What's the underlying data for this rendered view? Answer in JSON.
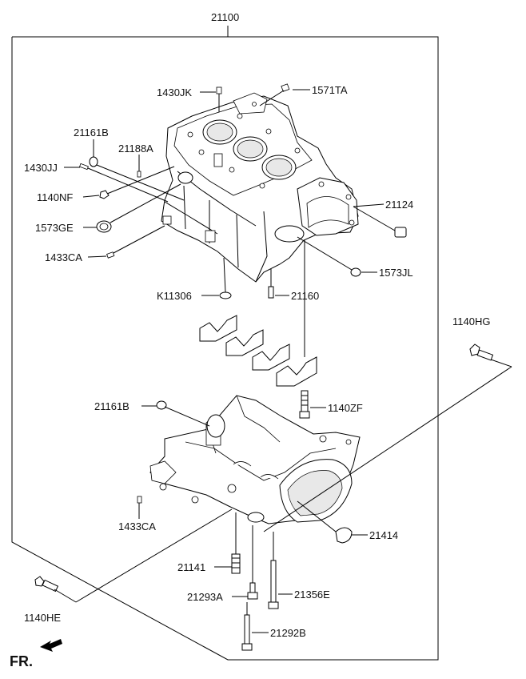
{
  "title": "21100",
  "labels": {
    "p1430JK": "1430JK",
    "p1571TA": "1571TA",
    "p21161B_top": "21161B",
    "p21188A": "21188A",
    "p1430JJ": "1430JJ",
    "p1140NF": "1140NF",
    "p21124": "21124",
    "p1573GE": "1573GE",
    "p1433CA_top": "1433CA",
    "p1573JL": "1573JL",
    "pK11306": "K11306",
    "p21160": "21160",
    "p1140HG": "1140HG",
    "p1140ZF": "1140ZF",
    "p21161B_bottom": "21161B",
    "p1433CA_bottom": "1433CA",
    "p21414": "21414",
    "p21141": "21141",
    "p21293A": "21293A",
    "p21356E": "21356E",
    "p1140HE": "1140HE",
    "p21292B": "21292B"
  },
  "direction_marker": "FR."
}
